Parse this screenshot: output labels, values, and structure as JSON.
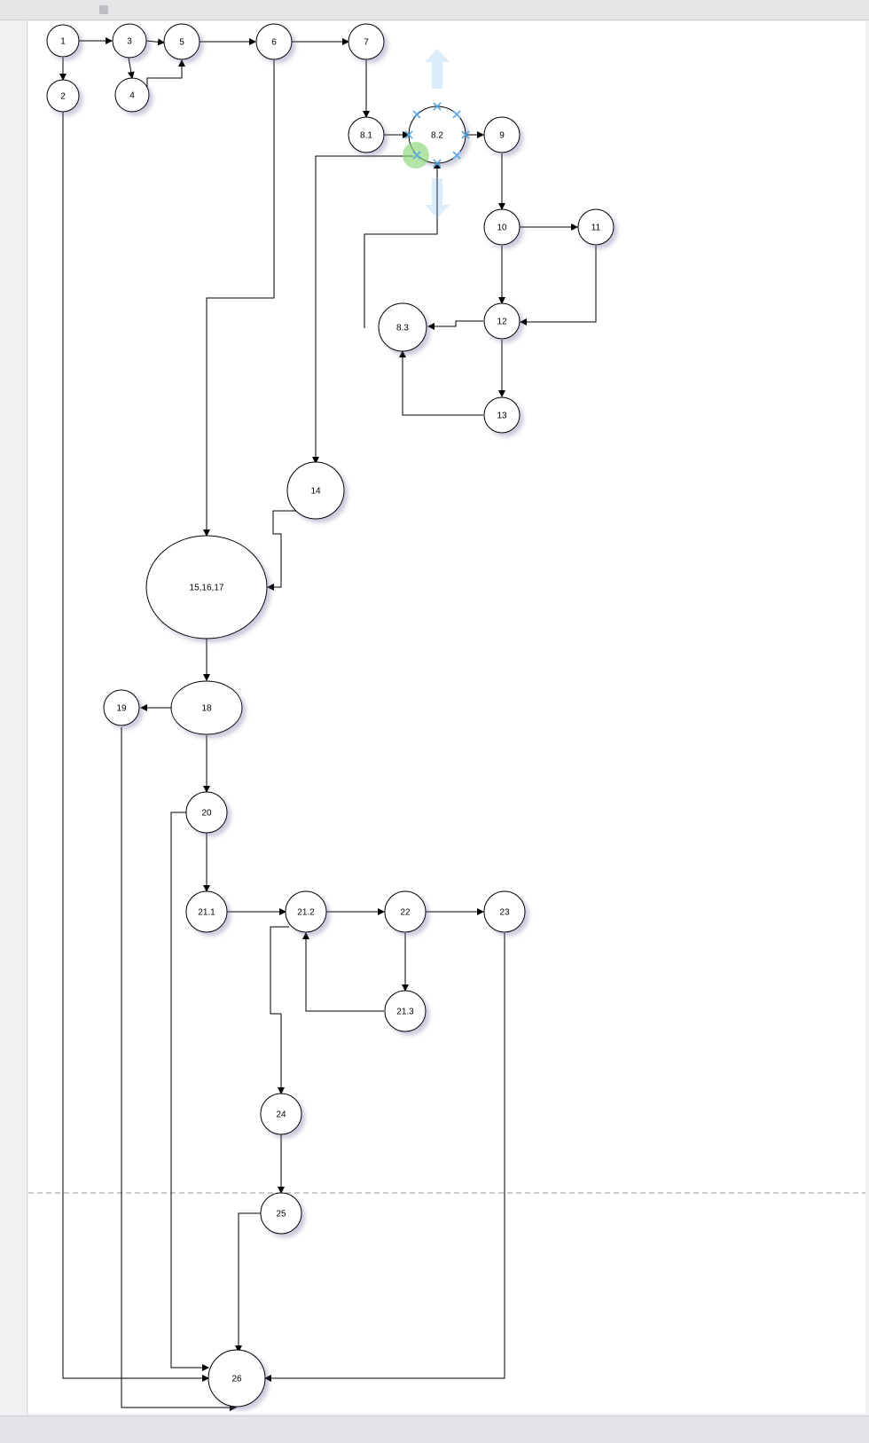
{
  "diagram": {
    "nodes": [
      {
        "id": "n1",
        "label": "1"
      },
      {
        "id": "n2",
        "label": "2"
      },
      {
        "id": "n3",
        "label": "3"
      },
      {
        "id": "n4",
        "label": "4"
      },
      {
        "id": "n5",
        "label": "5"
      },
      {
        "id": "n6",
        "label": "6"
      },
      {
        "id": "n7",
        "label": "7"
      },
      {
        "id": "n81",
        "label": "8.1"
      },
      {
        "id": "n82",
        "label": "8.2"
      },
      {
        "id": "n9",
        "label": "9"
      },
      {
        "id": "n10",
        "label": "10"
      },
      {
        "id": "n11",
        "label": "11"
      },
      {
        "id": "n12",
        "label": "12"
      },
      {
        "id": "n83",
        "label": "8.3"
      },
      {
        "id": "n13",
        "label": "13"
      },
      {
        "id": "n14",
        "label": "14"
      },
      {
        "id": "n151617",
        "label": "15,16,17"
      },
      {
        "id": "n18",
        "label": "18"
      },
      {
        "id": "n19",
        "label": "19"
      },
      {
        "id": "n20",
        "label": "20"
      },
      {
        "id": "n211",
        "label": "21.1"
      },
      {
        "id": "n212",
        "label": "21.2"
      },
      {
        "id": "n22",
        "label": "22"
      },
      {
        "id": "n23",
        "label": "23"
      },
      {
        "id": "n213",
        "label": "21.3"
      },
      {
        "id": "n24",
        "label": "24"
      },
      {
        "id": "n25",
        "label": "25"
      },
      {
        "id": "n26",
        "label": "26"
      }
    ],
    "edges": [
      {
        "from": "1",
        "to": "3"
      },
      {
        "from": "1",
        "to": "2"
      },
      {
        "from": "3",
        "to": "5"
      },
      {
        "from": "3",
        "to": "4"
      },
      {
        "from": "4",
        "to": "5"
      },
      {
        "from": "5",
        "to": "6"
      },
      {
        "from": "6",
        "to": "7"
      },
      {
        "from": "6",
        "to": "15,16,17"
      },
      {
        "from": "7",
        "to": "8.1"
      },
      {
        "from": "8.1",
        "to": "8.2"
      },
      {
        "from": "8.2",
        "to": "9"
      },
      {
        "from": "8.2",
        "to": "14"
      },
      {
        "from": "9",
        "to": "10"
      },
      {
        "from": "10",
        "to": "11"
      },
      {
        "from": "10",
        "to": "12"
      },
      {
        "from": "11",
        "to": "12"
      },
      {
        "from": "12",
        "to": "8.3"
      },
      {
        "from": "12",
        "to": "13"
      },
      {
        "from": "13",
        "to": "8.3"
      },
      {
        "from": "8.3",
        "to": "8.2"
      },
      {
        "from": "14",
        "to": "15,16,17"
      },
      {
        "from": "15,16,17",
        "to": "18"
      },
      {
        "from": "18",
        "to": "19"
      },
      {
        "from": "18",
        "to": "20"
      },
      {
        "from": "20",
        "to": "21.1"
      },
      {
        "from": "20",
        "to": "26"
      },
      {
        "from": "21.1",
        "to": "21.2"
      },
      {
        "from": "21.2",
        "to": "22"
      },
      {
        "from": "21.2",
        "to": "24"
      },
      {
        "from": "22",
        "to": "23"
      },
      {
        "from": "22",
        "to": "21.3"
      },
      {
        "from": "21.3",
        "to": "21.2"
      },
      {
        "from": "23",
        "to": "26"
      },
      {
        "from": "24",
        "to": "25"
      },
      {
        "from": "25",
        "to": "26"
      },
      {
        "from": "2",
        "to": "26"
      },
      {
        "from": "19",
        "to": "26"
      }
    ],
    "selected_node": "8.2"
  },
  "colors": {
    "selection_handle": "#5aa9e6",
    "hover_dot": "#8bd67a",
    "page_break_line": "#9a9a9a"
  }
}
